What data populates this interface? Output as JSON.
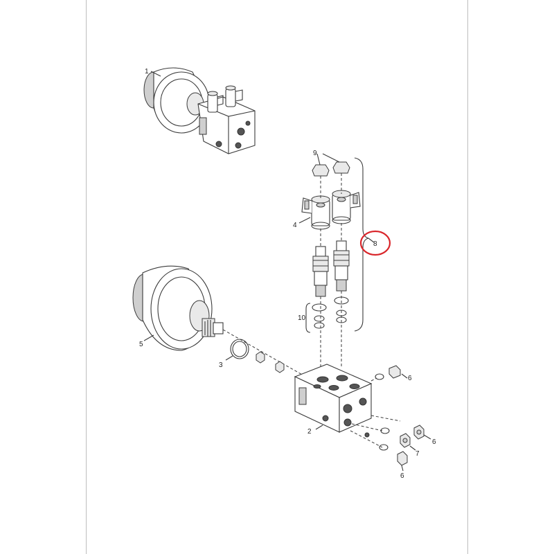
{
  "callouts": {
    "c1": "1",
    "c2": "2",
    "c3": "3",
    "c4": "4",
    "c5": "5",
    "c6a": "6",
    "c6b": "6",
    "c6c": "6",
    "c7": "7",
    "c8": "8",
    "c9": "9",
    "c10": "10"
  },
  "highlight_color": "#d9262b"
}
